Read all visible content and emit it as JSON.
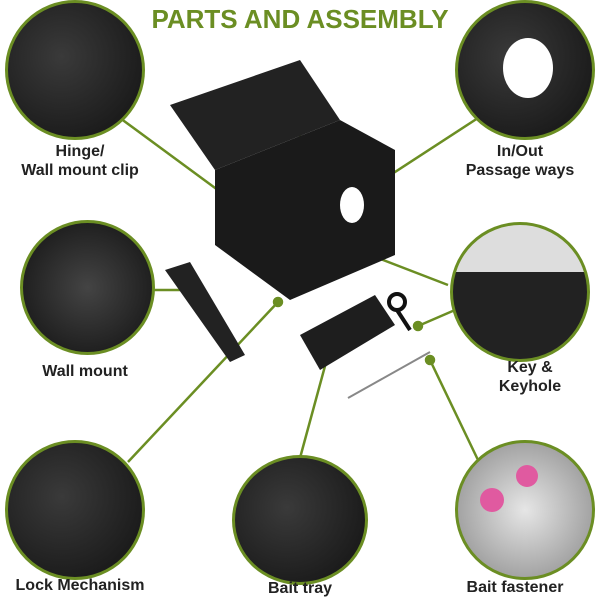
{
  "title": "PARTS AND ASSEMBLY",
  "accent": "#6b8e23",
  "parts": {
    "hinge": "Hinge/\nWall mount clip",
    "passage": "In/Out\nPassage ways",
    "wall_mount": "Wall mount",
    "key": "Key &\nKeyhole",
    "lock": "Lock Mechanism",
    "bait_tray": "Bait tray",
    "bait_fastener": "Bait fastener"
  }
}
